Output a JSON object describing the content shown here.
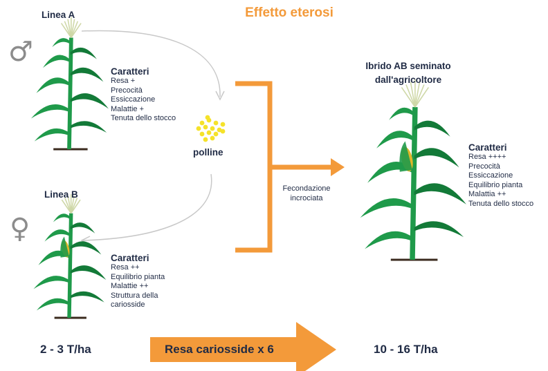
{
  "title": "Effetto eterosi",
  "colors": {
    "accent": "#f39a3a",
    "text": "#1f2a44",
    "leaf": "#1f9a4a",
    "leaf_dark": "#137a38",
    "pollen": "#f5e22a",
    "soil": "#3a2a1e",
    "gray": "#8c8c8c",
    "cob": "#e0b62a"
  },
  "line_a": {
    "label": "Linea A",
    "symbol": "♂",
    "traits_title": "Caratteri",
    "traits": [
      "Resa +",
      "Precocità",
      "Essiccazione",
      "Malattie +",
      "Tenuta dello stocco"
    ]
  },
  "pollen": {
    "label": "polline"
  },
  "line_b": {
    "label": "Linea B",
    "symbol": "♀",
    "traits_title": "Caratteri",
    "traits": [
      "Resa ++",
      "Equilibrio pianta",
      "Malattie ++",
      "Struttura della",
      "cariosside"
    ]
  },
  "crossing": {
    "line1": "Fecondazione",
    "line2": "incrociata"
  },
  "hybrid": {
    "title_line1": "Ibrido AB seminato",
    "title_line2": "dall'agricoltore",
    "traits_title": "Caratteri",
    "traits": [
      "Resa ++++",
      "Precocità",
      "Essiccazione",
      "Equilibrio pianta",
      "Malattia ++",
      "Tenuta dello stocco"
    ]
  },
  "yield_left": "2 - 3 T/ha",
  "yield_right": "10 - 16 T/ha",
  "yield_arrow_label": "Resa cariosside x 6"
}
